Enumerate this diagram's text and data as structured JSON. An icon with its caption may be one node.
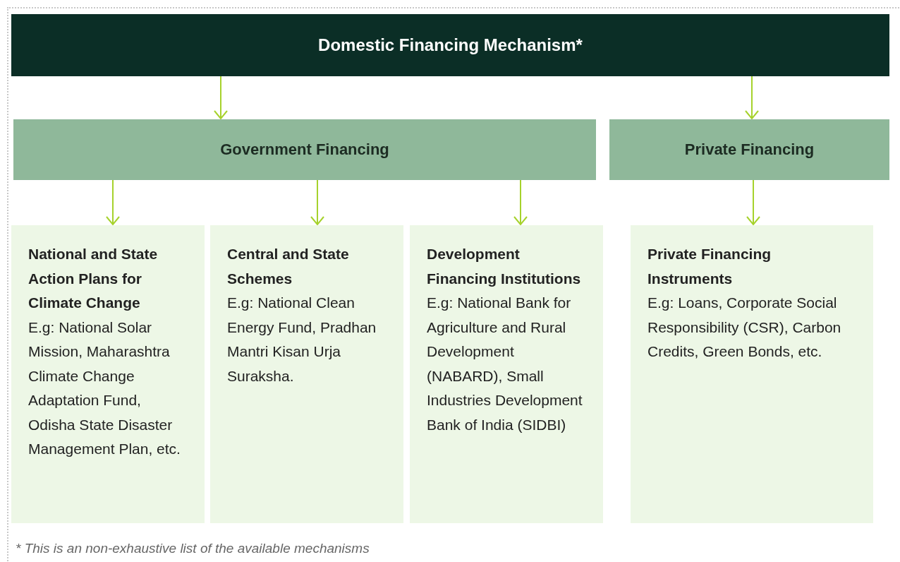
{
  "diagram": {
    "caption": "* This is an non-exhaustive list of the available mechanisms",
    "nodes": [
      {
        "text": [
          "Domestic Financing Mechanism*"
        ]
      },
      {
        "text": [
          "Government Financing"
        ]
      },
      {
        "text": [
          "Private Financing"
        ]
      },
      {
        "text": [
          "National and State Action Plans for Climate Change",
          "E.g: National Solar Mission, Maharashtra Climate Change Adaptation Fund, Odisha State Disaster Management Plan, etc."
        ]
      },
      {
        "text": [
          "Central and State Schemes",
          "E.g: National Clean Energy Fund, Pradhan Mantri Kisan Urja Suraksha."
        ]
      },
      {
        "text": [
          "Development Financing Institutions",
          "E.g: National Bank for Agriculture and Rural Development (NABARD), Small Industries Development Bank of India (SIDBI)"
        ]
      },
      {
        "text": [
          "Private Financing Instruments",
          "E.g: Loans, Corporate Social Responsibility (CSR), Carbon Credits, Green Bonds, etc."
        ]
      }
    ],
    "edges": [
      {
        "from": 0,
        "to": 1,
        "arrow": "to"
      },
      {
        "from": 0,
        "to": 2,
        "arrow": "to"
      },
      {
        "from": 1,
        "to": 3,
        "arrow": "to"
      },
      {
        "from": 1,
        "to": 4,
        "arrow": "to"
      },
      {
        "from": 1,
        "to": 5,
        "arrow": "to"
      },
      {
        "from": 2,
        "to": 6,
        "arrow": "to"
      }
    ]
  }
}
